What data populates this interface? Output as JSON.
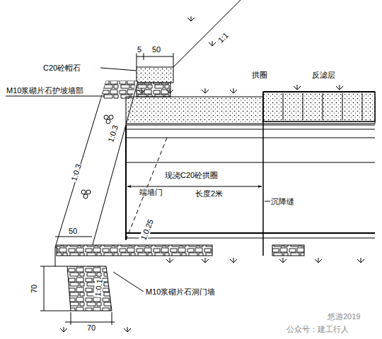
{
  "diagram": {
    "labels": [
      "C20砼帽石",
      "5",
      "50",
      "1:1",
      "拱圈",
      "反滤层",
      "M10浆砌片石护坡墙部",
      "1:0.3",
      "1:0.3",
      "现浇C20砼拱圈",
      "长度2米",
      "端墙门",
      "1:0.25",
      "沉降缝",
      "50",
      "70",
      "1:0.1",
      "M10浆砌片石洞门墙",
      "70",
      "悠游2019",
      "公众号：建工行人"
    ]
  }
}
